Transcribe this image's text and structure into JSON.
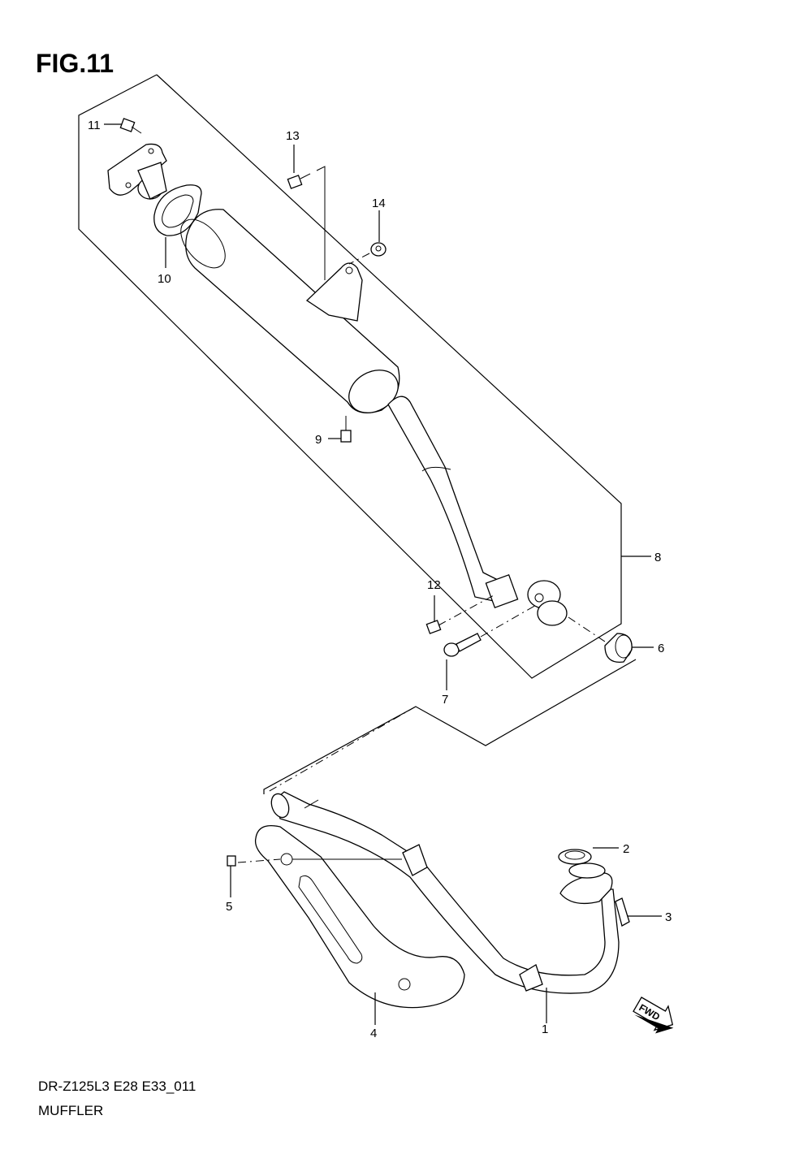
{
  "figure": {
    "title": "FIG.11"
  },
  "footer": {
    "model_code": "DR-Z125L3 E28 E33_011",
    "assembly_name": "MUFFLER"
  },
  "callouts": [
    {
      "id": "c1",
      "label": "1"
    },
    {
      "id": "c2",
      "label": "2"
    },
    {
      "id": "c3",
      "label": "3"
    },
    {
      "id": "c4",
      "label": "4"
    },
    {
      "id": "c5",
      "label": "5"
    },
    {
      "id": "c6",
      "label": "6"
    },
    {
      "id": "c7",
      "label": "7"
    },
    {
      "id": "c8",
      "label": "8"
    },
    {
      "id": "c9",
      "label": "9"
    },
    {
      "id": "c10",
      "label": "10"
    },
    {
      "id": "c11",
      "label": "11"
    },
    {
      "id": "c12",
      "label": "12"
    },
    {
      "id": "c13",
      "label": "13"
    },
    {
      "id": "c14",
      "label": "14"
    }
  ],
  "fwd_marker": {
    "label": "FWD"
  }
}
